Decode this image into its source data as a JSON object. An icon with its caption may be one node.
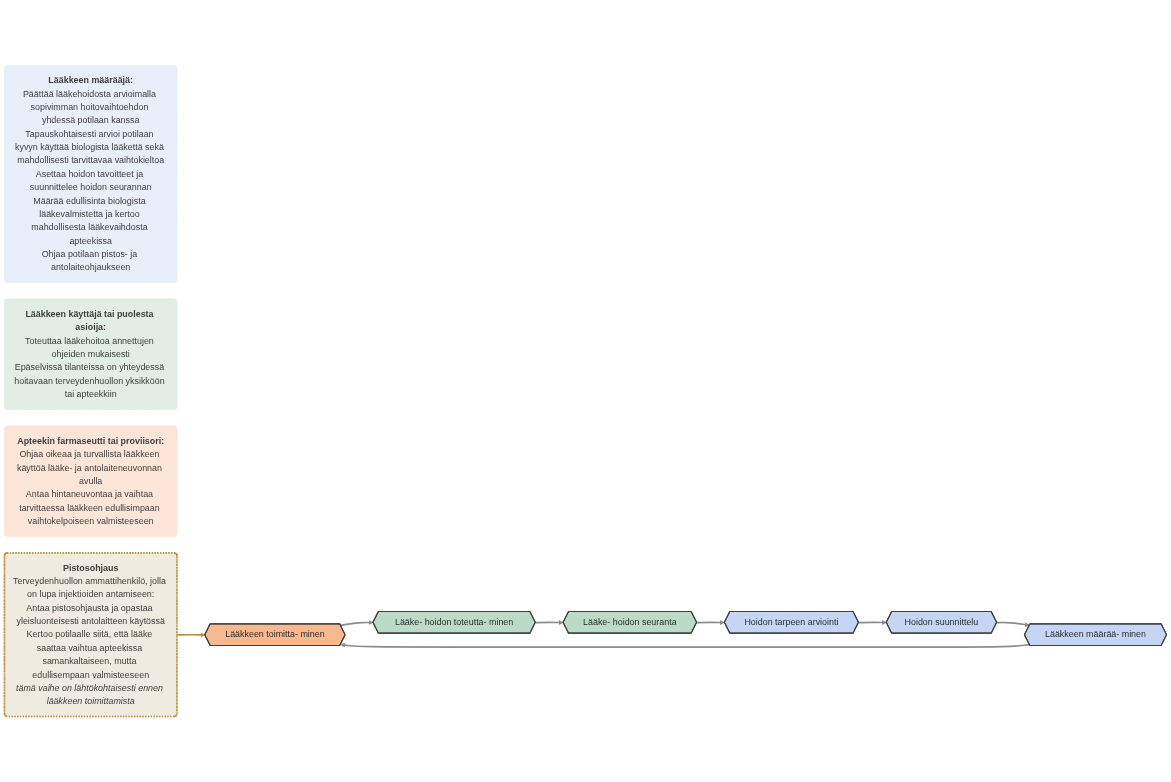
{
  "diagram": {
    "nodes": [
      {
        "text": [
          "Hoidon tarpeen arviointi"
        ]
      },
      {
        "text": [
          "Hoidon suunnittelu"
        ]
      },
      {
        "text": [
          "Lääkkeen määrää- minen"
        ]
      },
      {
        "text": [
          "Lääkkeen toimitta- minen"
        ]
      },
      {
        "text": [
          "Lääke- hoidon toteutta- minen"
        ]
      },
      {
        "text": [
          "Lääke- hoidon seuranta"
        ]
      },
      {
        "text": [
          "Lääkkeen määrääjä:",
          "Päättää lääkehoidosta arvioimalla sopivimman hoitovaihtoehdon yhdessä potilaan kanssa",
          "Tapauskohtaisesti arvioi potilaan kyvyn käyttää biologista lääkettä sekä mahdollisesti tarvittavaa vaihtokieltoa",
          "Asettaa hoidon tavoitteet ja suunnittelee hoidon seurannan",
          "Määrää edullisinta biologista lääkevalmistetta ja kertoo mahdollisesta lääkevaihdosta apteekissa",
          "Ohjaa potilaan pistos- ja antolaiteohjaukseen"
        ]
      },
      {
        "text": [
          "Lääkkeen käyttäjä tai puolesta asioija:",
          "Toteuttaa lääkehoitoa annettujen ohjeiden mukaisesti",
          "Epäselvissä tilanteissa on yhteydessä hoitavaan terveydenhuollon yksikköön tai apteekkiin"
        ]
      },
      {
        "text": [
          "Apteekin farmaseutti tai proviisori:",
          "Ohjaa oikeaa ja turvallista lääkkeen käyttöä lääke- ja antolaiteneuvonnan avulla",
          "Antaa hintaneuvontaa ja vaihtaa tarvittaessa lääkkeen edullisimpaan vaihtokelpoiseen valmisteeseen"
        ]
      },
      {
        "text": [
          "Pistosohjaus",
          "Terveydenhuollon ammattihenkilö, jolla on lupa injektioiden antamiseen:",
          "Antaa pistosohjausta ja opastaa yleisluonteisesti antolaitteen käytössä",
          "Kertoo potilaalle siitä, että lääke saattaa vaihtua apteekissa samankaltaiseen, mutta edullisempaan valmisteeseen",
          "tämä vaihe on lähtökohtaisesti ennen lääkkeen toimittamista"
        ]
      }
    ],
    "edges": [
      {
        "from": 5,
        "to": 0,
        "arrow": "to"
      },
      {
        "from": 0,
        "to": 1,
        "arrow": "to"
      },
      {
        "from": 1,
        "to": 2,
        "arrow": "to"
      },
      {
        "from": 2,
        "to": 3,
        "arrow": "to"
      },
      {
        "from": 3,
        "to": 4,
        "arrow": "to"
      },
      {
        "from": 4,
        "to": 5,
        "arrow": "to"
      },
      {
        "from": 9,
        "to": 3,
        "arrow": "to",
        "color": "#b8913f"
      }
    ]
  }
}
